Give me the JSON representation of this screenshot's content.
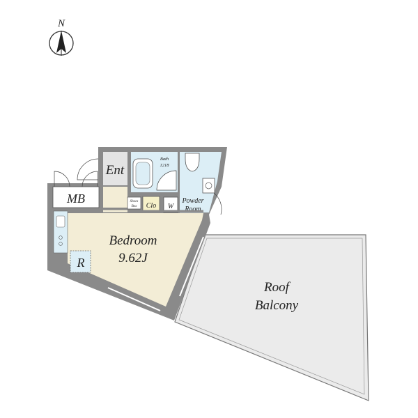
{
  "compass": {
    "label": "N"
  },
  "rooms": {
    "entrance": {
      "label": "Ent"
    },
    "bath": {
      "label": "Bath",
      "size": "1218"
    },
    "mb": {
      "label": "MB"
    },
    "shoe_box": {
      "line1": "Shoes",
      "line2": "Box"
    },
    "closet": {
      "label": "Clo"
    },
    "washer": {
      "label": "W"
    },
    "powder_room": {
      "line1": "Powder",
      "line2": "Room"
    },
    "bedroom": {
      "label": "Bedroom",
      "area": "9.62J"
    },
    "refrigerator": {
      "label": "R"
    },
    "roof_balcony": {
      "line1": "Roof",
      "line2": "Balcony"
    }
  },
  "colors": {
    "wall": "#8a8a8a",
    "bedroom_floor": "#f3edd6",
    "wet_area_floor": "#dceef6",
    "entrance_floor": "#e4e4e4",
    "balcony_floor": "#ebebeb",
    "closet_floor": "#f6f1c9"
  }
}
